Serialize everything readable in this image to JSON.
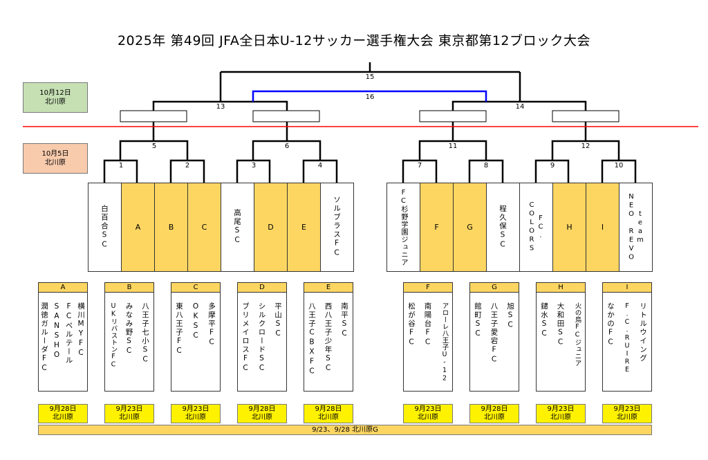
{
  "title": "2025年 第49回 JFA全日本U-12サッカー選手権大会 東京都第12ブロック大会",
  "rounds": {
    "final_date": "10月12日",
    "final_venue": "北川原",
    "first_date": "10月5日",
    "first_venue": "北川原",
    "final_color": "#c6e0b4",
    "first_color": "#f8cbad"
  },
  "matches": {
    "m1": "1",
    "m2": "2",
    "m3": "3",
    "m4": "4",
    "m5": "5",
    "m6": "6",
    "m7": "7",
    "m8": "8",
    "m9": "9",
    "m10": "10",
    "m11": "11",
    "m12": "12",
    "m13": "13",
    "m14": "14",
    "m15": "15",
    "m16": "16"
  },
  "slots": [
    {
      "label": "白百合SC",
      "fill": "white"
    },
    {
      "label": "A",
      "fill": "yellow"
    },
    {
      "label": "B",
      "fill": "yellow"
    },
    {
      "label": "C",
      "fill": "yellow"
    },
    {
      "label": "高尾SC",
      "fill": "white"
    },
    {
      "label": "D",
      "fill": "yellow"
    },
    {
      "label": "E",
      "fill": "yellow"
    },
    {
      "label": "ソルブラスFC",
      "fill": "white"
    },
    {
      "label": "FC杉野学園ジュニア",
      "fill": "white"
    },
    {
      "label": "F",
      "fill": "yellow"
    },
    {
      "label": "G",
      "fill": "yellow"
    },
    {
      "label": "程久保SC",
      "fill": "white"
    },
    {
      "label": "COLORS FC.",
      "fill": "white",
      "lines": [
        "COLORS",
        "FC."
      ]
    },
    {
      "label": "H",
      "fill": "yellow"
    },
    {
      "label": "I",
      "fill": "yellow"
    },
    {
      "label": "NEO REVO team",
      "fill": "white",
      "lines": [
        "NEO REVO",
        "team"
      ]
    }
  ],
  "groups": [
    {
      "name": "A",
      "teams": [
        "潤徳ガルーダFC",
        "SANSHO",
        "FCペルテール",
        "横川MYFC"
      ],
      "date": "9月28日",
      "venue": "北川原"
    },
    {
      "name": "B",
      "teams": [
        "UKリバストンFC",
        "みなみ野SC",
        "八王子七小SC"
      ],
      "date": "9月23日",
      "venue": "北川原"
    },
    {
      "name": "C",
      "teams": [
        "東八王子FC",
        "OKSC",
        "多摩平FC"
      ],
      "date": "9月23日",
      "venue": "北川原"
    },
    {
      "name": "D",
      "teams": [
        "ブリメイロスFC",
        "シルクロードSC",
        "平山SC"
      ],
      "date": "9月28日",
      "venue": "北川原"
    },
    {
      "name": "E",
      "teams": [
        "八王子CBXFC",
        "西八王子少年SC",
        "南平SC"
      ],
      "date": "9月28日",
      "venue": "北川原"
    },
    {
      "name": "F",
      "teams": [
        "松が谷FC",
        "南陽台FC",
        "アローレ八王子U-12"
      ],
      "date": "9月23日",
      "venue": "北川原"
    },
    {
      "name": "G",
      "teams": [
        "館町SC",
        "八王子愛宕FC",
        "旭SC"
      ],
      "date": "9月28日",
      "venue": "北川原"
    },
    {
      "name": "H",
      "teams": [
        "鑓水SC",
        "大和田SC",
        "火の鳥FCジュニア"
      ],
      "date": "9月23日",
      "venue": "北川原"
    },
    {
      "name": "I",
      "teams": [
        "なかのFC",
        "F.C.RUIRE",
        "リトルウイング"
      ],
      "date": "9月23日",
      "venue": "北川原"
    }
  ],
  "bottom_bar": "9/23、9/28 北川原G",
  "colors": {
    "line": "#000000",
    "final_line": "#0000ff",
    "red_line": "#ff0000",
    "yellow": "#fdd662",
    "date_yellow": "#fff200"
  }
}
